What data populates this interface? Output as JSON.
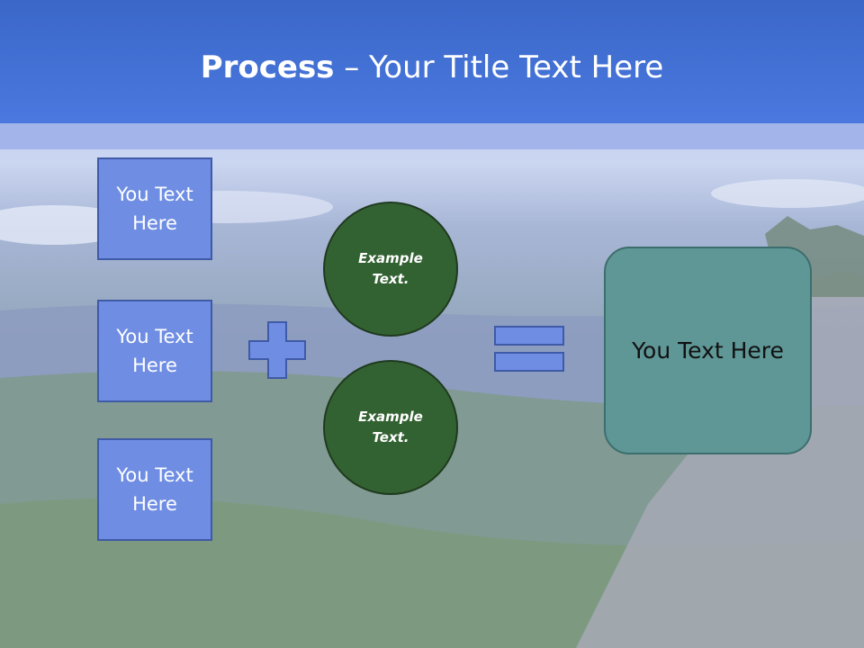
{
  "slide": {
    "title_bold": "Process",
    "title_rest": " – Your Title Text Here"
  },
  "left_boxes": [
    {
      "line1": "You Text",
      "line2": "Here"
    },
    {
      "line1": "You Text",
      "line2": "Here"
    },
    {
      "line1": "You Text",
      "line2": "Here"
    }
  ],
  "circles": [
    {
      "line1": "Example",
      "line2": "Text."
    },
    {
      "line1": "Example",
      "line2": "Text."
    }
  ],
  "result_box": {
    "text": "You Text Here"
  },
  "operators": {
    "plus": "plus-icon",
    "equals": "equals-icon"
  },
  "colors": {
    "header": "#4a78de",
    "box_fill": "#6f8ee3",
    "circle_fill": "#336232",
    "result_fill": "#5f9696"
  }
}
